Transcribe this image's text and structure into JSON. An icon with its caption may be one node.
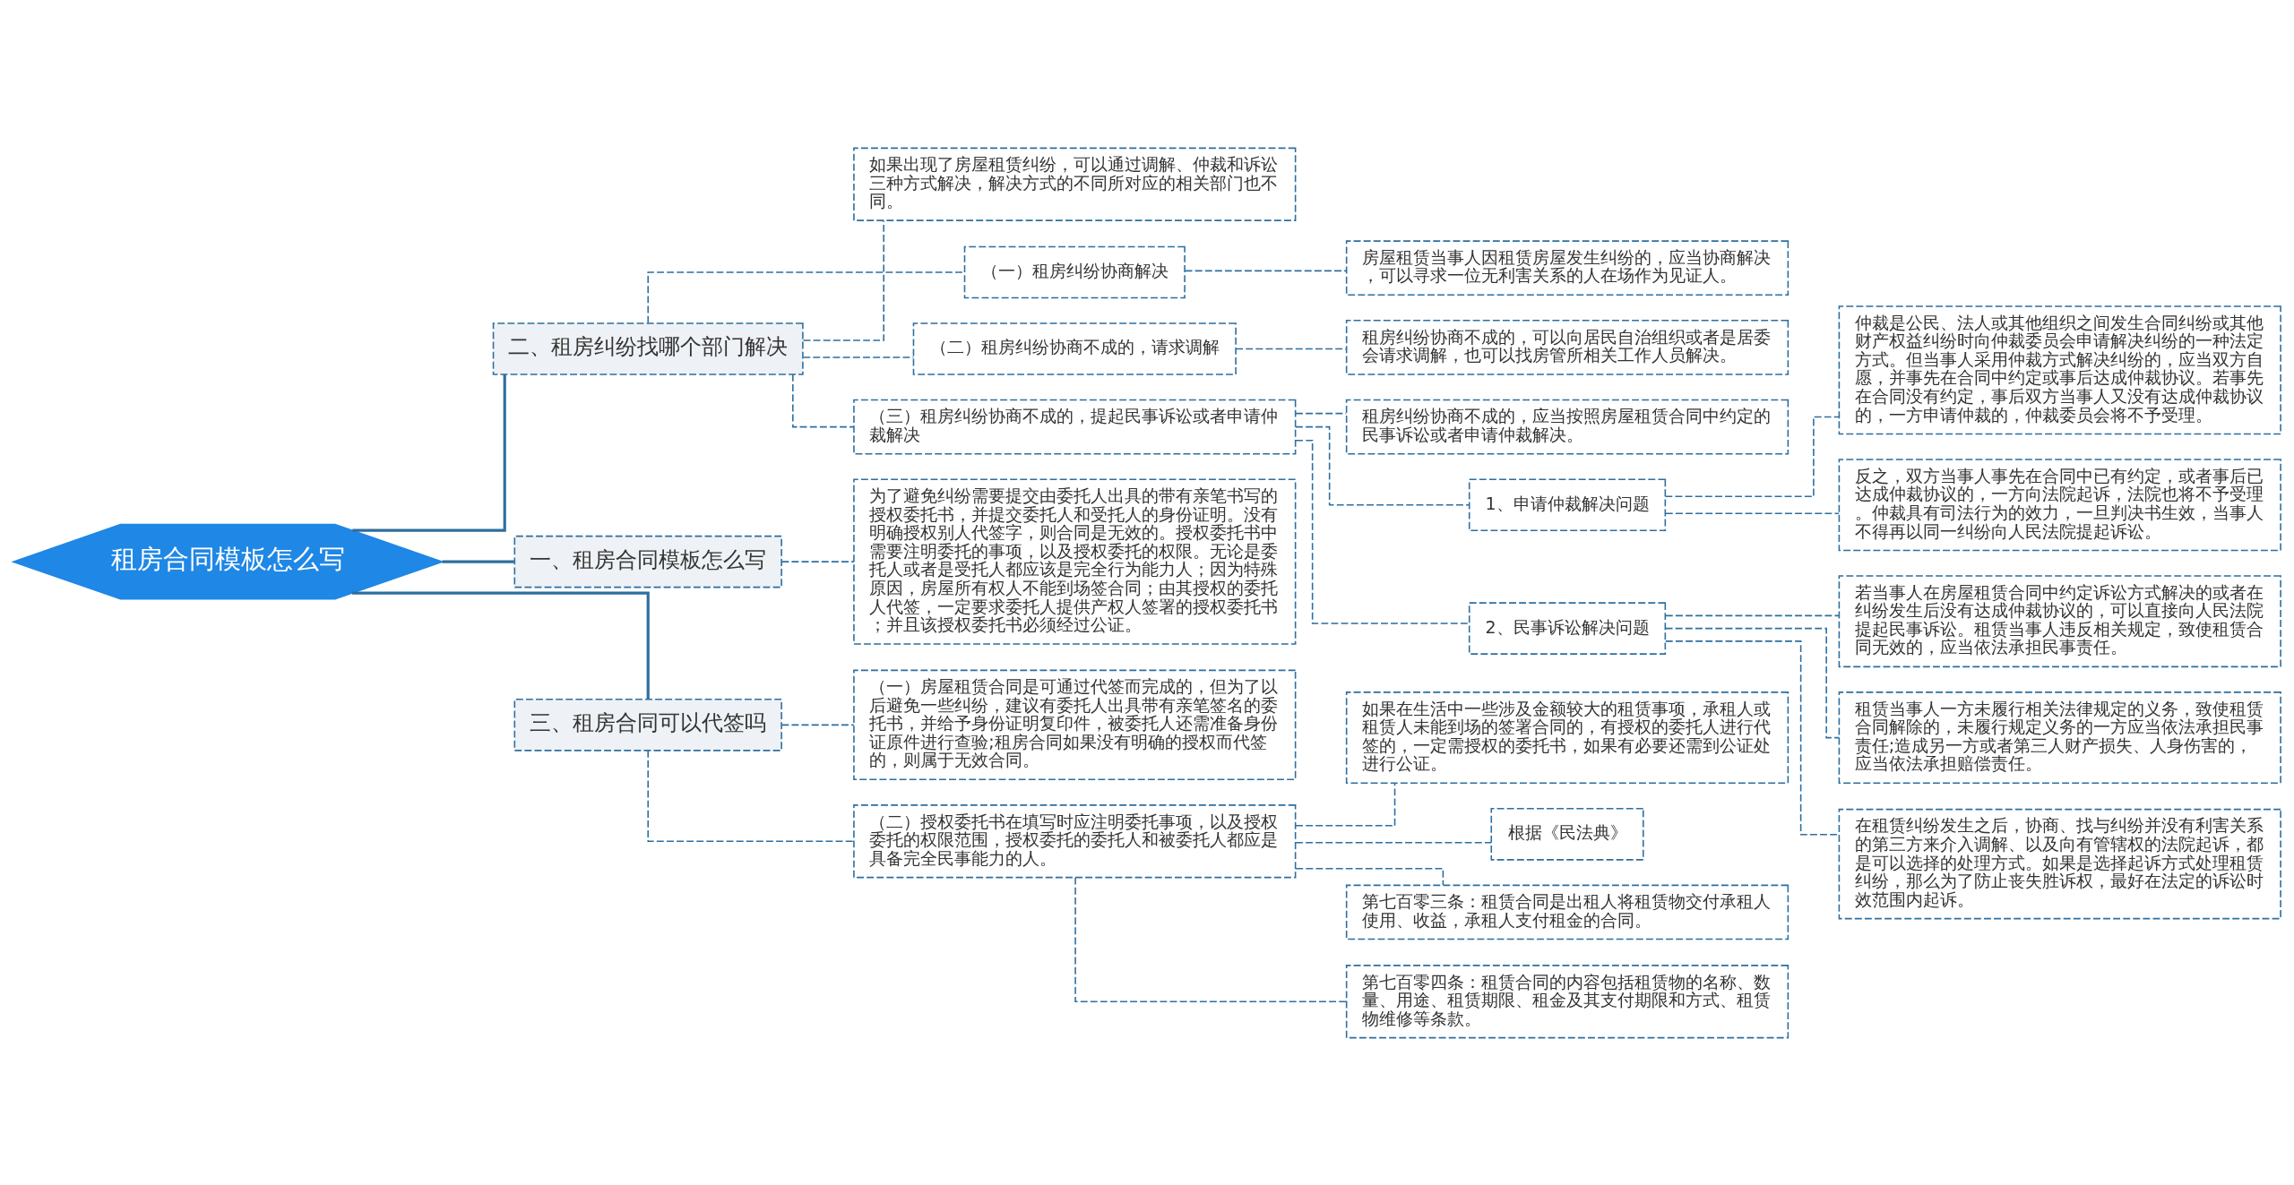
{
  "diagram": {
    "nodes": [
      {
        "text": [
          "租房合同模板怎么写"
        ]
      },
      {
        "text": [
          "二、租房纠纷找哪个部门解决"
        ]
      },
      {
        "text": [
          "如果出现了房屋租赁纠纷，可以通过调解、仲裁和诉讼三种方式解决，解决方式的不同所对应的相关部门也不同。"
        ]
      },
      {
        "text": [
          "（一）租房纠纷协商解决"
        ]
      },
      {
        "text": [
          "房屋租赁当事人因租赁房屋发生纠纷的，应当协商解决，可以寻求一位无利害关系的人在场作为见证人。"
        ]
      },
      {
        "text": [
          "（二）租房纠纷协商不成的，请求调解"
        ]
      },
      {
        "text": [
          "租房纠纷协商不成的，可以向居民自治组织或者是居委会请求调解，也可以找房管所相关工作人员解决。"
        ]
      },
      {
        "text": [
          "（三）租房纠纷协商不成的，提起民事诉讼或者申请仲裁解决"
        ]
      },
      {
        "text": [
          "租房纠纷协商不成的，应当按照房屋租赁合同中约定的民事诉讼或者申请仲裁解决。"
        ]
      },
      {
        "text": [
          "1、申请仲裁解决问题"
        ]
      },
      {
        "text": [
          "仲裁是公民、法人或其他组织之间发生合同纠纷或其他财产权益纠纷时向仲裁委员会申请解决纠纷的一种法定方式。但当事人采用仲裁方式解决纠纷的，应当双方自愿，并事先在合同中约定或事后达成仲裁协议。若事先在合同没有约定，事后双方当事人又没有达成仲裁协议的，一方申请仲裁的，仲裁委员会将不予受理。"
        ]
      },
      {
        "text": [
          "反之，双方当事人事先在合同中已有约定，或者事后已达成仲裁协议的，一方向法院起诉，法院也将不予受理。仲裁具有司法行为的效力，一旦判决书生效，当事人不得再以同一纠纷向人民法院提起诉讼。"
        ]
      },
      {
        "text": [
          "2、民事诉讼解决问题"
        ]
      },
      {
        "text": [
          "若当事人在房屋租赁合同中约定诉讼方式解决的或者在纠纷发生后没有达成仲裁协议的，可以直接向人民法院提起民事诉讼。租赁当事人违反相关规定，致使租赁合同无效的，应当依法承担民事责任。"
        ]
      },
      {
        "text": [
          "租赁当事人一方未履行相关法律规定的义务，致使租赁合同解除的，未履行规定义务的一方应当依法承担民事责任;造成另一方或者第三人财产损失、人身伤害的，应当依法承担赔偿责任。"
        ]
      },
      {
        "text": [
          "在租赁纠纷发生之后，协商、找与纠纷并没有利害关系的第三方来介入调解、以及向有管辖权的法院起诉，都是可以选择的处理方式。如果是选择起诉方式处理租赁纠纷，那么为了防止丧失胜诉权，最好在法定的诉讼时效范围内起诉。"
        ]
      },
      {
        "text": [
          "一、租房合同模板怎么写"
        ]
      },
      {
        "text": [
          "为了避免纠纷需要提交由委托人出具的带有亲笔书写的授权委托书，并提交委托人和受托人的身份证明。没有明确授权别人代签字，则合同是无效的。授权委托书中需要注明委托的事项，以及授权委托的权限。无论是委托人或者是受托人都应该是完全行为能力人；因为特殊原因，房屋所有权人不能到场签合同；由其授权的委托人代签，一定要求委托人提供产权人签署的授权委托书；并且该授权委托书必须经过公证。"
        ]
      },
      {
        "text": [
          "三、租房合同可以代签吗"
        ]
      },
      {
        "text": [
          "（一）房屋租赁合同是可通过代签而完成的，但为了以后避免一些纠纷，建议有委托人出具带有亲笔签名的委托书，并给予身份证明复印件，被委托人还需准备身份证原件进行查验;租房合同如果没有明确的授权而代签的，则属于无效合同。"
        ]
      },
      {
        "text": [
          "（二）授权委托书在填写时应注明委托事项，以及授权委托的权限范围，授权委托的委托人和被委托人都应是具备完全民事能力的人。"
        ]
      },
      {
        "text": [
          "如果在生活中一些涉及金额较大的租赁事项，承租人或租赁人未能到场的签署合同的，有授权的委托人进行代签的，一定需授权的委托书，如果有必要还需到公证处进行公证。"
        ]
      },
      {
        "text": [
          "根据《民法典》"
        ]
      },
      {
        "text": [
          "第七百零三条：租赁合同是出租人将租赁物交付承租人使用、收益，承租人支付租金的合同。"
        ]
      },
      {
        "text": [
          "第七百零四条：租赁合同的内容包括租赁物的名称、数量、用途、租赁期限、租金及其支付期限和方式、租赁物维修等条款。"
        ]
      }
    ],
    "edges": [
      {
        "from": 0,
        "to": 1,
        "arrow": "none"
      },
      {
        "from": 1,
        "to": 2,
        "arrow": "none",
        "style": "dashed"
      },
      {
        "from": 1,
        "to": 3,
        "arrow": "none",
        "style": "dashed"
      },
      {
        "from": 3,
        "to": 4,
        "arrow": "none",
        "style": "dashed"
      },
      {
        "from": 1,
        "to": 5,
        "arrow": "none",
        "style": "dashed"
      },
      {
        "from": 5,
        "to": 6,
        "arrow": "none",
        "style": "dashed"
      },
      {
        "from": 1,
        "to": 7,
        "arrow": "none",
        "style": "dashed"
      },
      {
        "from": 7,
        "to": 8,
        "arrow": "none",
        "style": "dashed"
      },
      {
        "from": 7,
        "to": 9,
        "arrow": "none",
        "style": "dashed"
      },
      {
        "from": 9,
        "to": 10,
        "arrow": "none",
        "style": "dashed"
      },
      {
        "from": 9,
        "to": 11,
        "arrow": "none",
        "style": "dashed"
      },
      {
        "from": 7,
        "to": 12,
        "arrow": "none",
        "style": "dashed"
      },
      {
        "from": 12,
        "to": 13,
        "arrow": "none",
        "style": "dashed"
      },
      {
        "from": 12,
        "to": 14,
        "arrow": "none",
        "style": "dashed"
      },
      {
        "from": 12,
        "to": 15,
        "arrow": "none",
        "style": "dashed"
      },
      {
        "from": 0,
        "to": 16,
        "arrow": "none"
      },
      {
        "from": 16,
        "to": 17,
        "arrow": "none",
        "style": "dashed"
      },
      {
        "from": 0,
        "to": 18,
        "arrow": "none"
      },
      {
        "from": 18,
        "to": 19,
        "arrow": "none",
        "style": "dashed"
      },
      {
        "from": 18,
        "to": 20,
        "arrow": "none",
        "style": "dashed"
      },
      {
        "from": 20,
        "to": 21,
        "arrow": "none",
        "style": "dashed"
      },
      {
        "from": 20,
        "to": 22,
        "arrow": "none",
        "style": "dashed"
      },
      {
        "from": 20,
        "to": 23,
        "arrow": "none",
        "style": "dashed"
      },
      {
        "from": 20,
        "to": 24,
        "arrow": "none",
        "style": "dashed"
      }
    ]
  }
}
